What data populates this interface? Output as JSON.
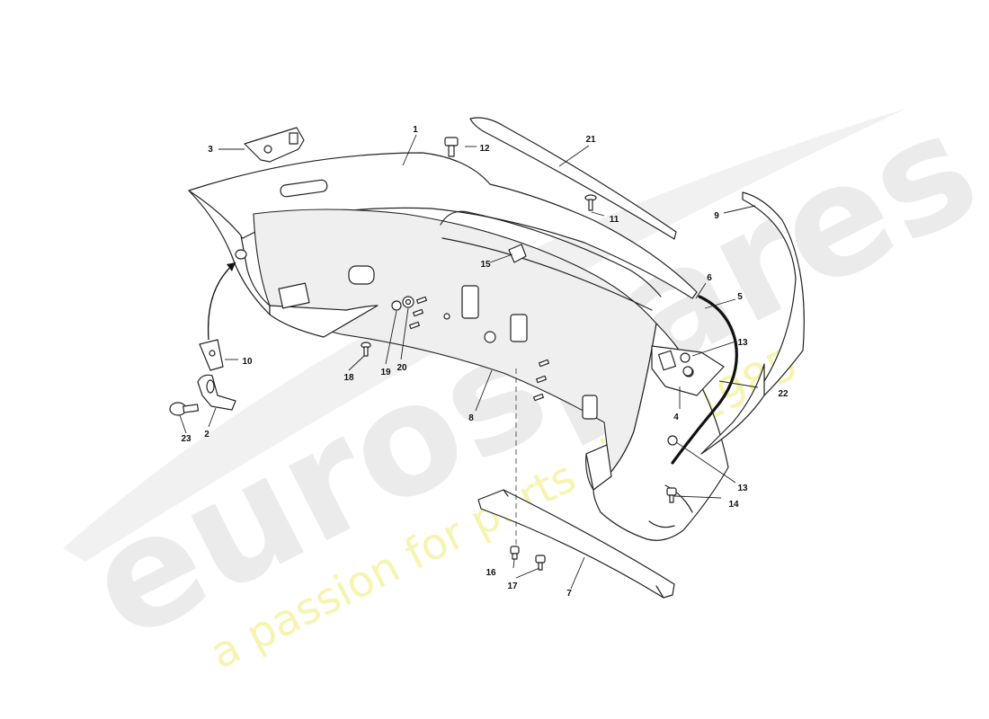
{
  "diagram": {
    "callouts": [
      {
        "id": "1",
        "label": "1"
      },
      {
        "id": "2",
        "label": "2"
      },
      {
        "id": "3",
        "label": "3"
      },
      {
        "id": "4",
        "label": "4"
      },
      {
        "id": "5",
        "label": "5"
      },
      {
        "id": "6",
        "label": "6"
      },
      {
        "id": "7",
        "label": "7"
      },
      {
        "id": "8",
        "label": "8"
      },
      {
        "id": "9",
        "label": "9"
      },
      {
        "id": "10",
        "label": "10"
      },
      {
        "id": "11",
        "label": "11"
      },
      {
        "id": "12",
        "label": "12"
      },
      {
        "id": "13a",
        "label": "13"
      },
      {
        "id": "13b",
        "label": "13"
      },
      {
        "id": "14",
        "label": "14"
      },
      {
        "id": "15",
        "label": "15"
      },
      {
        "id": "16",
        "label": "16"
      },
      {
        "id": "17",
        "label": "17"
      },
      {
        "id": "18",
        "label": "18"
      },
      {
        "id": "19",
        "label": "19"
      },
      {
        "id": "20",
        "label": "20"
      },
      {
        "id": "21",
        "label": "21"
      },
      {
        "id": "22",
        "label": "22"
      },
      {
        "id": "23",
        "label": "23"
      }
    ]
  },
  "watermark": {
    "brand": "eurospares",
    "tagline": "a passion for parts since 1985",
    "brand_color": "#e6e6e6",
    "tagline_color": "#f4f3a8"
  }
}
